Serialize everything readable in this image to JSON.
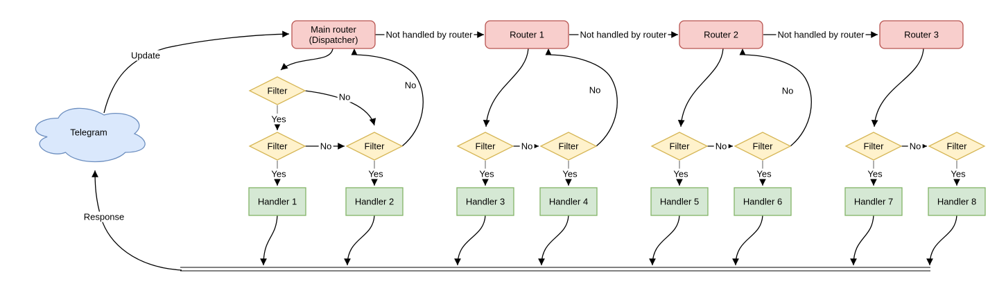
{
  "diagram": {
    "cloud": {
      "label": "Telegram"
    },
    "routers": {
      "main": {
        "line1": "Main router",
        "line2": "(Dispatcher)"
      },
      "router1": "Router 1",
      "router2": "Router 2",
      "router3": "Router 3"
    },
    "handlers": [
      "Handler 1",
      "Handler 2",
      "Handler 3",
      "Handler 4",
      "Handler 5",
      "Handler 6",
      "Handler 7",
      "Handler 8"
    ],
    "labels": {
      "filter": "Filter",
      "yes": "Yes",
      "no": "No",
      "not_handled": "Not handled by router",
      "update": "Update",
      "response": "Response"
    },
    "colors": {
      "router_fill": "#f8cecc",
      "router_stroke": "#b85450",
      "filter_fill": "#fff2cc",
      "filter_stroke": "#d6b656",
      "handler_fill": "#d5e8d4",
      "handler_stroke": "#82b366",
      "cloud_fill": "#dae8fc",
      "cloud_stroke": "#6c8ebf",
      "edge": "#000000"
    }
  }
}
